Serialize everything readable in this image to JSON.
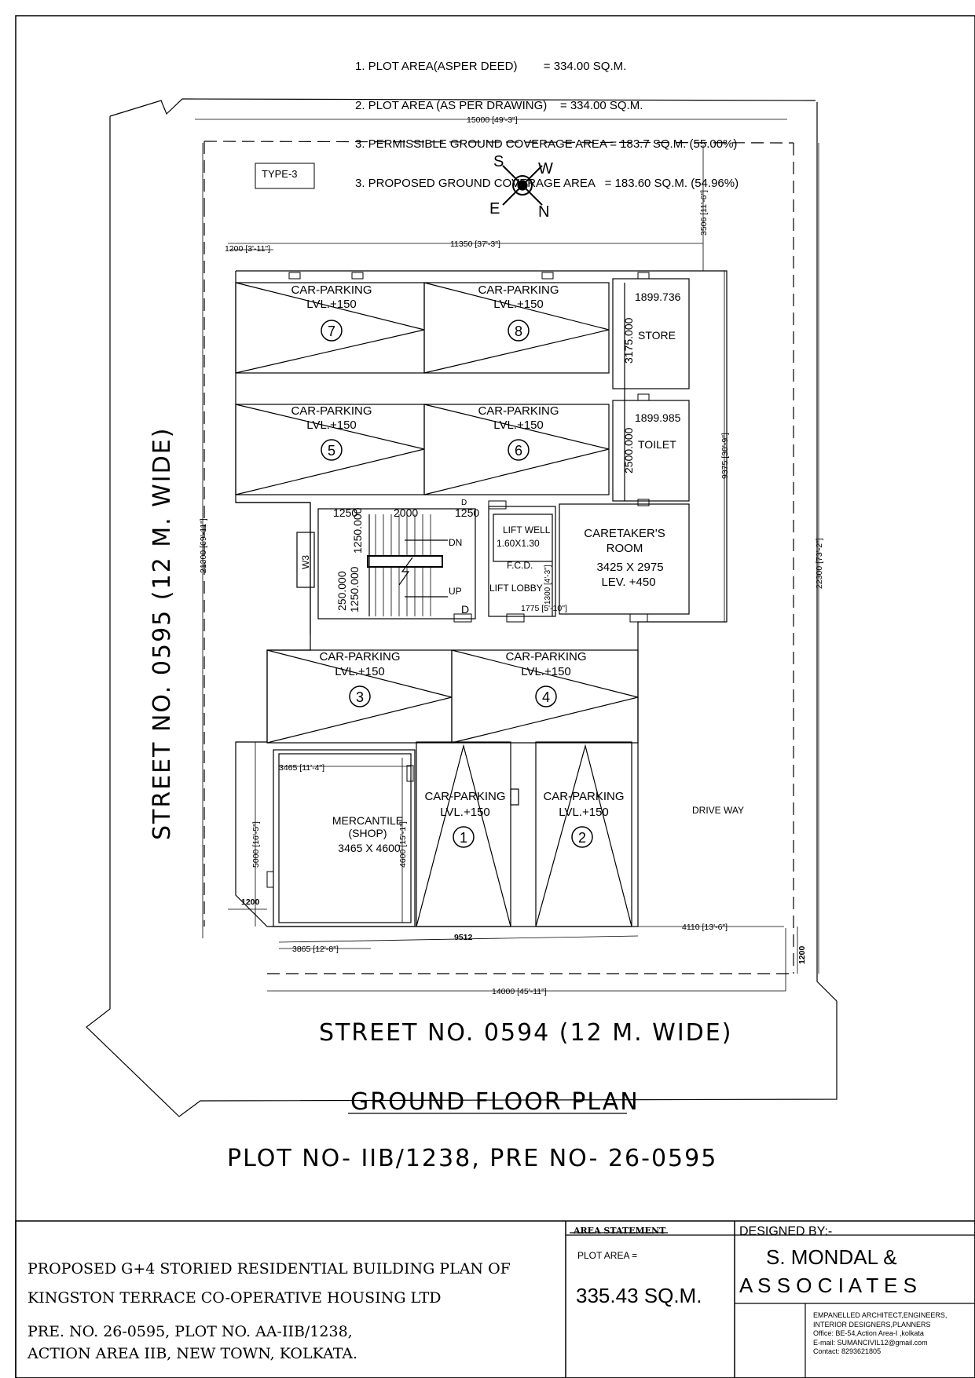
{
  "notes": [
    "1. PLOT AREA(ASPER DEED)        = 334.00 SQ.M.",
    "2. PLOT AREA (AS PER DRAWING)    = 334.00 SQ.M.",
    "3. PERMISSIBLE GROUND COVERAGE AREA = 183.7 SQ.M. (55.00%)",
    "3. PROPOSED GROUND COVERAGE AREA   = 183.60 SQ.M. (54.96%)"
  ],
  "type_tag": "TYPE-3",
  "compass": {
    "s": "S",
    "w": "W",
    "e": "E",
    "n": "N"
  },
  "dimensions": {
    "top_width": "15000 [49'-3\"]",
    "inner_width": "11350 [37'-3\"]",
    "left_setback": "1200 [3'-11\"]",
    "right_top": "3506 [11'-6\"]",
    "right_mid": "9375 [30'-9\"]",
    "right_full": "22300 [73'-2\"]",
    "left_full": "21300 [69'-11\"]",
    "shop_width": "3465 [11'-4\"]",
    "shop_height": "5000 [16'-5\"]",
    "shop_inner_height": "4600 [15'-1\"]",
    "front_left": "3865 [12'-8\"]",
    "front_mid": "9512",
    "front_right": "4110 [13'-6\"]",
    "bottom_width": "14000 [45'-11\"]",
    "setback_left_1200": "1200",
    "setback_right_1200": "1200",
    "store_w": "1899.736",
    "store_h": "3175.000",
    "toilet_w": "1899.985",
    "toilet_h": "2500.000",
    "stair_1250a": "1250",
    "stair_2000": "2000",
    "stair_1250b": "1250",
    "stair_d_top": "D",
    "stair_250a": "1250.000",
    "stair_250b": "250.000",
    "stair_250c": "1250.000",
    "lobby_1775": "1775 [5'-10\"]",
    "lift_side": "1300 [4'-3\"]"
  },
  "rooms": {
    "parking_label": "CAR-PARKING",
    "parking_level": "LVL.+150",
    "bays": [
      "7",
      "8",
      "5",
      "6",
      "3",
      "4",
      "1",
      "2"
    ],
    "store": "STORE",
    "toilet": "TOILET",
    "lift_well": "LIFT WELL",
    "lift_size": "1.60X1.30",
    "fcd": "F.C.D.",
    "lift_lobby": "LIFT LOBBY",
    "dn": "DN",
    "up": "UP",
    "d": "D",
    "w3": "W3",
    "caretaker": [
      "CARETAKER'S",
      "ROOM",
      "3425 X 2975",
      "LEV. +450"
    ],
    "shop": [
      "MERCANTILE",
      "(SHOP)",
      "3465 X 4600"
    ],
    "driveway": "DRIVE WAY"
  },
  "streets": {
    "left": "STREET NO. 0595 (12 M. WIDE)",
    "bottom": "STREET NO. 0594 (12 M. WIDE)"
  },
  "plan_title": "GROUND FLOOR PLAN",
  "plot_line": "PLOT NO- IIB/1238, PRE NO- 26-0595",
  "title_block": {
    "project": [
      "PROPOSED G+4 STORIED RESIDENTIAL BUILDING PLAN OF",
      "KINGSTON TERRACE CO-OPERATIVE HOUSING LTD",
      "PRE. NO. 26-0595, PLOT NO. AA-IIB/1238,",
      "ACTION AREA IIB, NEW TOWN, KOLKATA."
    ],
    "area_heading": "AREA STATEMENT",
    "plot_area_label": "PLOT AREA =",
    "plot_area_value": "335.43 SQ.M.",
    "designed_by": "DESIGNED BY:-",
    "firm_line1": "S. MONDAL &",
    "firm_line2": "A S S O C I A T E S",
    "firm_details": [
      "EMPANELLED ARCHITECT,ENGINEERS,",
      "INTERIOR DESIGNERS,PLANNERS",
      "Office: BE-54,Action Area-I ,kolkata",
      "E-mail: SUMANCIVIL12@gmail.com",
      "Contact: 8293621805"
    ]
  }
}
